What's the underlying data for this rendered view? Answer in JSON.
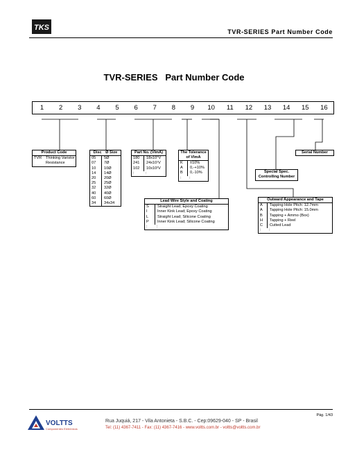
{
  "header": {
    "logo_text": "TKS",
    "title": "TVR-SERIES  Part  Number  Code"
  },
  "doc_title": {
    "main": "TVR-SERIES",
    "sub": "Part Number Code"
  },
  "digits": [
    "1",
    "2",
    "3",
    "4",
    "5",
    "6",
    "7",
    "8",
    "9",
    "10",
    "11",
    "12",
    "13",
    "14",
    "15",
    "16"
  ],
  "product_code": {
    "header": "Product Code",
    "rows": [
      {
        "code": "TVR",
        "desc": "Thinking Varistor\nResistance"
      }
    ]
  },
  "disc_size": {
    "header_a": "Disc",
    "header_b": "Ø Size",
    "rows": [
      [
        "05",
        "5Ø"
      ],
      [
        "07",
        "7Ø"
      ],
      [
        "10",
        "10Ø"
      ],
      [
        "14",
        "14Ø"
      ],
      [
        "20",
        "20Ø"
      ],
      [
        "25",
        "25Ø"
      ],
      [
        "32",
        "32Ø"
      ],
      [
        "40",
        "40Ø"
      ],
      [
        "60",
        "60Ø"
      ],
      [
        "34",
        "34x34"
      ]
    ]
  },
  "part_no": {
    "header": "Part No. (VlmA)",
    "rows": [
      [
        "180",
        "18x10°V"
      ],
      [
        "241",
        "24x10¹V"
      ],
      [
        "102",
        "10x10²V"
      ],
      [
        ":",
        ":"
      ]
    ]
  },
  "tolerance": {
    "header1": "The Tolerance",
    "header2": "of VlmA",
    "rows": [
      [
        "K",
        "±10%"
      ],
      [
        "A",
        "0,-+10%"
      ],
      [
        "B",
        "0,-10%"
      ],
      [
        ":",
        ":"
      ]
    ]
  },
  "lead_wire": {
    "header": "Lead Wire Style and Coating",
    "rows": [
      [
        "S",
        "Straight Lead; Epoxy Coating"
      ],
      [
        "I",
        "Inner Kink Lead; Epoxy Coating"
      ],
      [
        "L",
        "Straight Lead; Silicone Coating"
      ],
      [
        "P",
        "Inner Kink Lead; Silicone Coating"
      ],
      [
        ":",
        ":"
      ]
    ]
  },
  "special_spec": {
    "line1": "Special Spec.",
    "line2": "Controlling Number"
  },
  "serial": {
    "label": "Serial Number"
  },
  "outward": {
    "header": "Outward Appearance and Tape",
    "rows": [
      [
        "A",
        "Tapping Hole Pitch: 12.7mm"
      ],
      [
        "A",
        "Tapping Hole Pitch: 15.0mm"
      ],
      [
        "B",
        "Tapping + Ammo (Box)"
      ],
      [
        "H",
        "Tapping + Reel"
      ],
      [
        "C",
        "Cutted Lead"
      ],
      [
        ":",
        ":"
      ]
    ]
  },
  "footer": {
    "page": "Pág. 1/43",
    "brand": "VOLTTS",
    "brand_sub": "Componentes Eletrônicos",
    "address": "Rua Juquiá, 217  -  Vila Antonieta  -  S.B.C.  -  Cep:09629-040  -  SP - Brasil",
    "contact": "Tel: (11) 4367-7411  -  Fax: (11) 4367-7416  -  www.voltts.com.br  -  voltts@voltts.com.br"
  }
}
